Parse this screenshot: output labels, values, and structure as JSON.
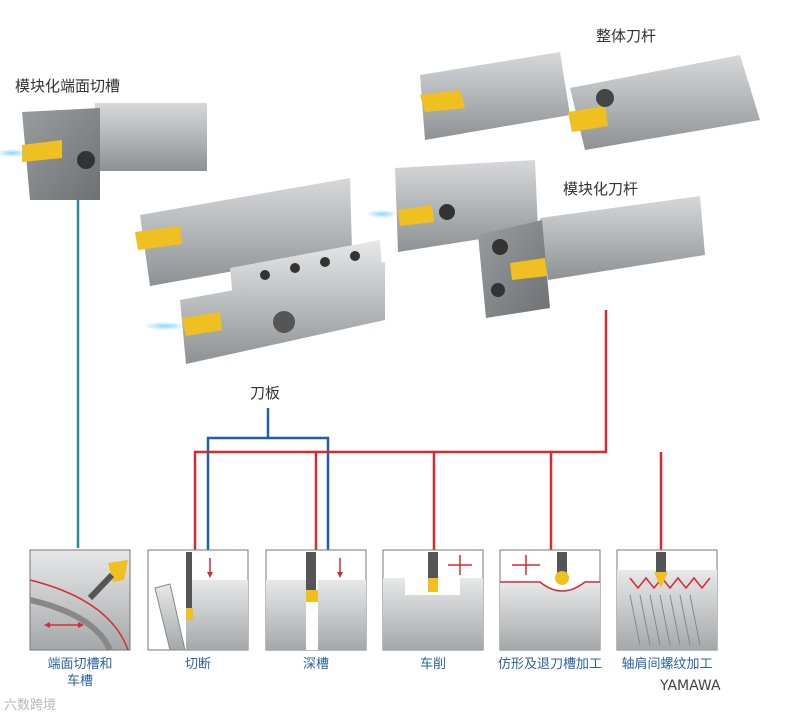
{
  "labels": {
    "modular_face_grooving": "模块化端面切槽",
    "solid_holder": "整体刀杆",
    "modular_holder": "模块化刀杆",
    "blade": "刀板"
  },
  "operations": [
    {
      "label": "端面切槽和\n车槽"
    },
    {
      "label": "切断"
    },
    {
      "label": "深槽"
    },
    {
      "label": "车削"
    },
    {
      "label": "仿形及退刀槽加工"
    },
    {
      "label": "轴肩间螺纹加工"
    }
  ],
  "watermarks": {
    "left": "六数跨境",
    "right": "YAMAWA"
  },
  "colors": {
    "teal": "#2a8d96",
    "blue": "#1f5ea8",
    "red": "#d62b35",
    "insert": "#f0c020",
    "steel": "#b9bcbe"
  }
}
